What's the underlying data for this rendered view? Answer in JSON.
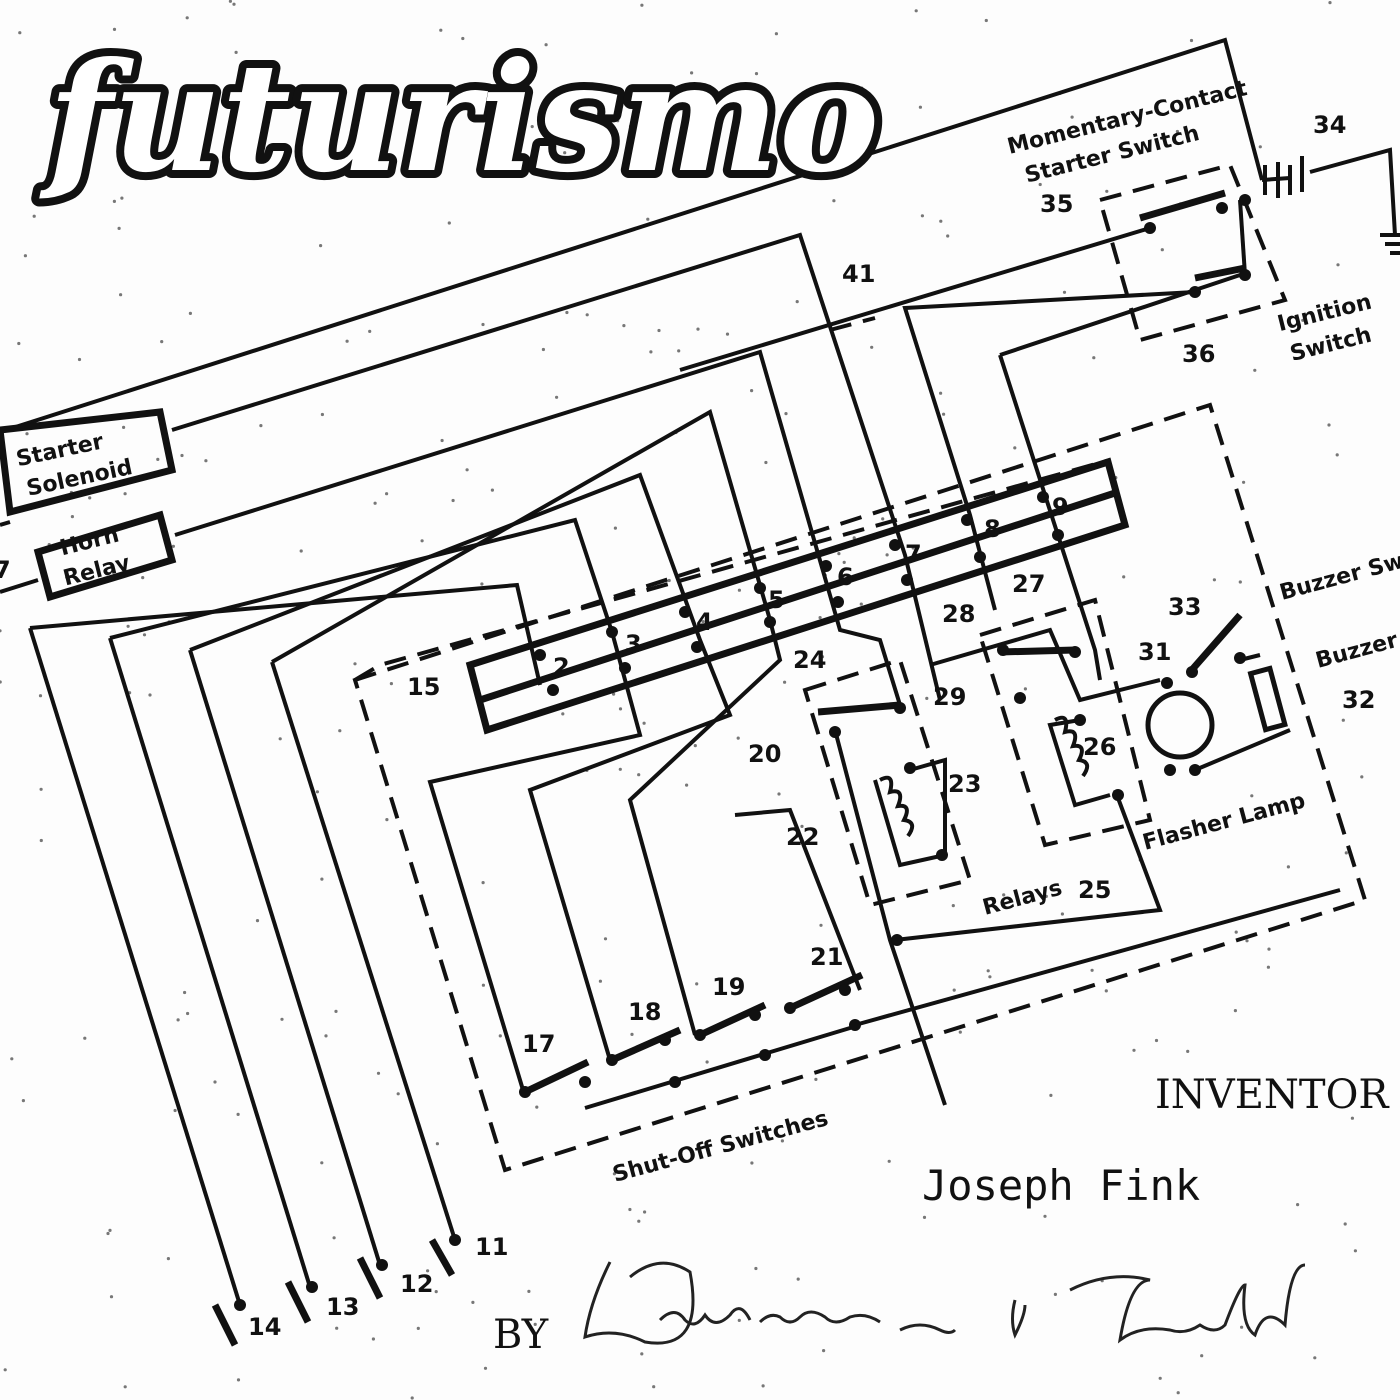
{
  "logo": {
    "text": "futurismo"
  },
  "labels": {
    "momentary_contact": "Momentary-Contact",
    "starter_switch": "Starter Switch",
    "ignition": "Ignition",
    "switch": "Switch",
    "starter": "Starter",
    "solenoid": "Solenoid",
    "horn": "Horn",
    "relay": "Relay",
    "buzzer_switch": "Buzzer Swi",
    "buzzer": "Buzzer",
    "flasher_lamp": "Flasher Lamp",
    "relays": "Relays",
    "shutoff_switches": "Shut-Off Switches"
  },
  "numbers": [
    "34",
    "35",
    "36",
    "41",
    "9",
    "8",
    "7",
    "6",
    "5",
    "4",
    "3",
    "2",
    "15",
    "24",
    "28",
    "27",
    "29",
    "33",
    "31",
    "32",
    "20",
    "26",
    "23",
    "22",
    "25",
    "21",
    "19",
    "18",
    "17",
    "14",
    "13",
    "12",
    "11",
    "7"
  ],
  "inventor": {
    "heading": "INVENTOR",
    "name": "Joseph  Fink",
    "by": "BY",
    "signature": "Lawrence I Field"
  }
}
